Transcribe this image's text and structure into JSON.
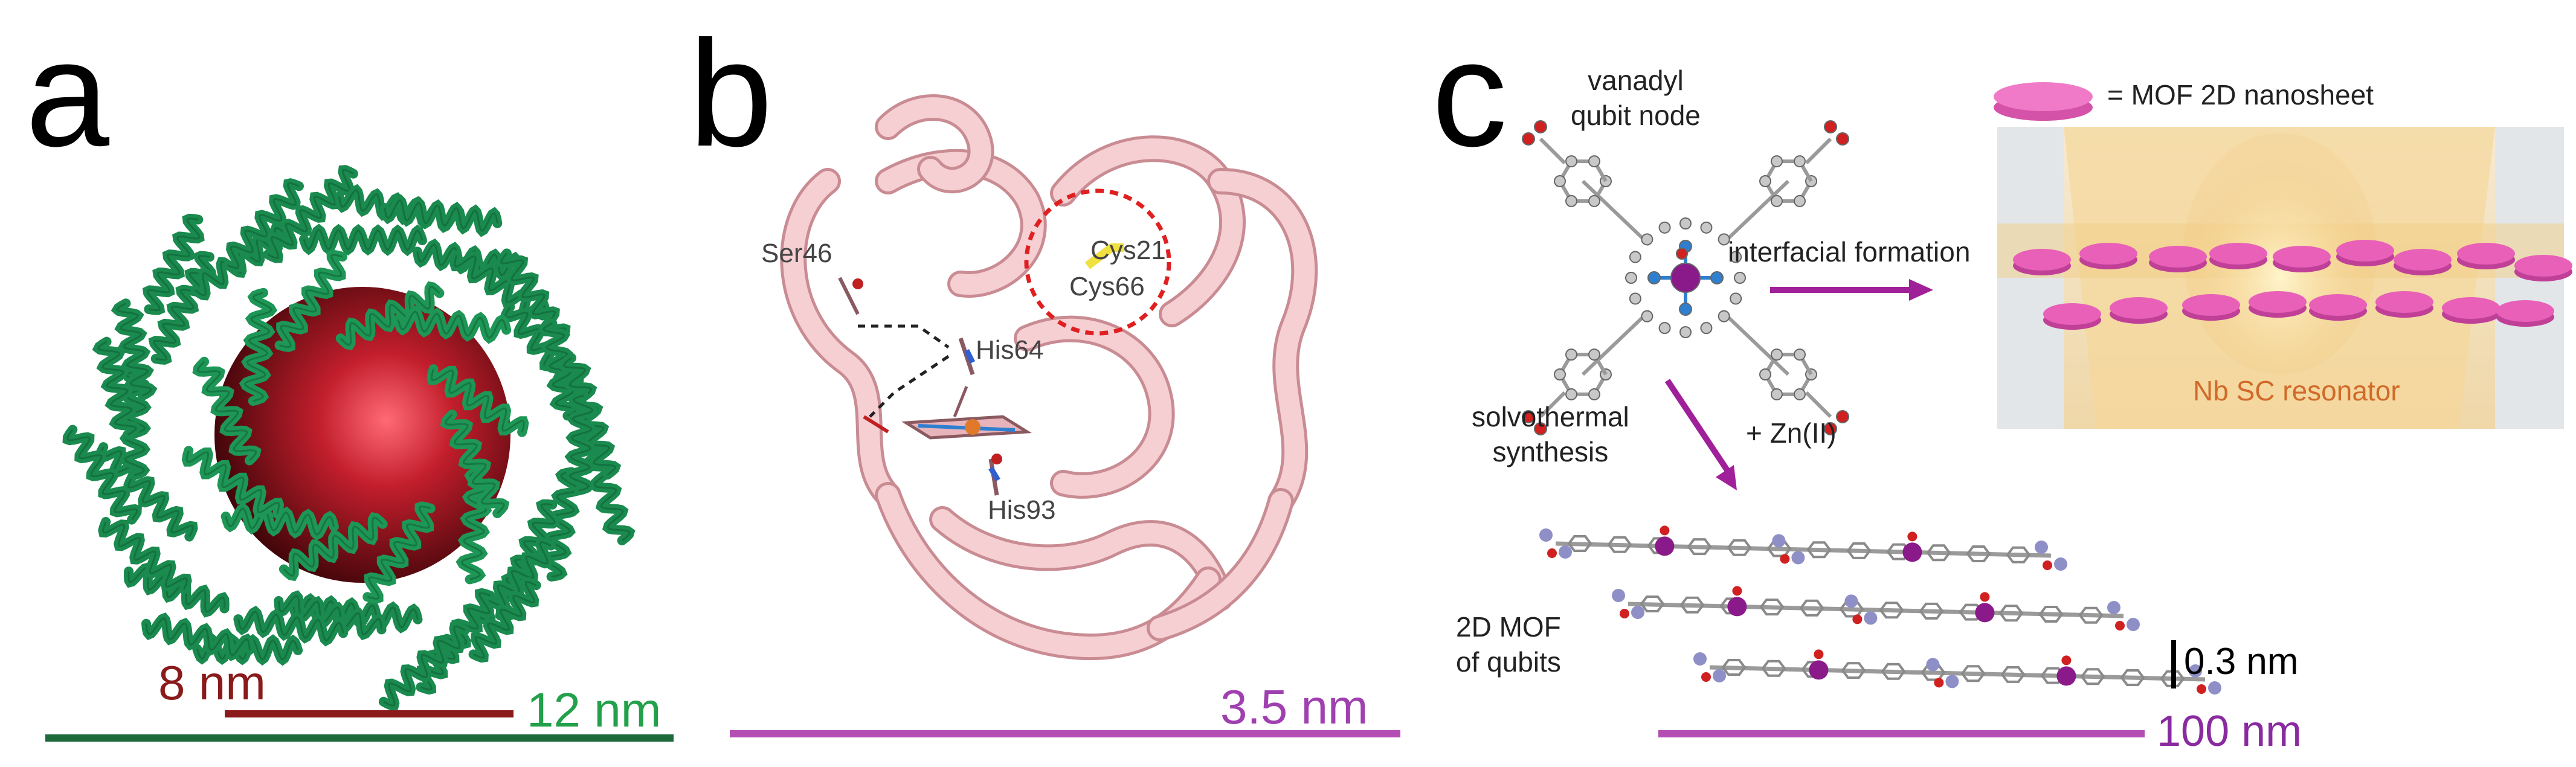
{
  "panels": {
    "a": {
      "label": "a",
      "scale_inner": "8 nm",
      "scale_outer": "12 nm",
      "colors": {
        "protein": "#1a8a4e",
        "core": "#7a0f16",
        "core_highlight": "#e8424e",
        "inner_bar": "#8b1a1a",
        "outer_bar": "#1d6b3b",
        "outer_text": "#22a04a"
      }
    },
    "b": {
      "label": "b",
      "residues": {
        "ser46": "Ser46",
        "his64": "His64",
        "his93": "His93",
        "cys21": "Cys21",
        "cys66": "Cys66"
      },
      "scale": "3.5 nm",
      "colors": {
        "ribbon": "#f2c4c8",
        "ribbon_edge": "#c98c93",
        "circle": "#e02020",
        "disulfide": "#f0e040",
        "bar": "#b44db4"
      }
    },
    "c": {
      "label": "c",
      "node_label": "vanadyl\nqubit node",
      "legend": "= MOF 2D nanosheet",
      "interfacial": "interfacial formation",
      "resonator": "Nb SC resonator",
      "solvothermal": "solvothermal\nsynthesis",
      "zn": "+ Zn(II)",
      "mof_label": "2D MOF\nof qubits",
      "spacing": "0.3 nm",
      "scale": "100 nm",
      "colors": {
        "arrow": "#a0209a",
        "sheet": "#e060b8",
        "vanadium": "#8a1a8a",
        "nitrogen": "#2f7fd0",
        "oxygen": "#d02020",
        "carbon": "#b8b8b8",
        "zinc": "#8f8fc8",
        "bar": "#b44db4",
        "resonator_text": "#d06a2a"
      }
    }
  }
}
